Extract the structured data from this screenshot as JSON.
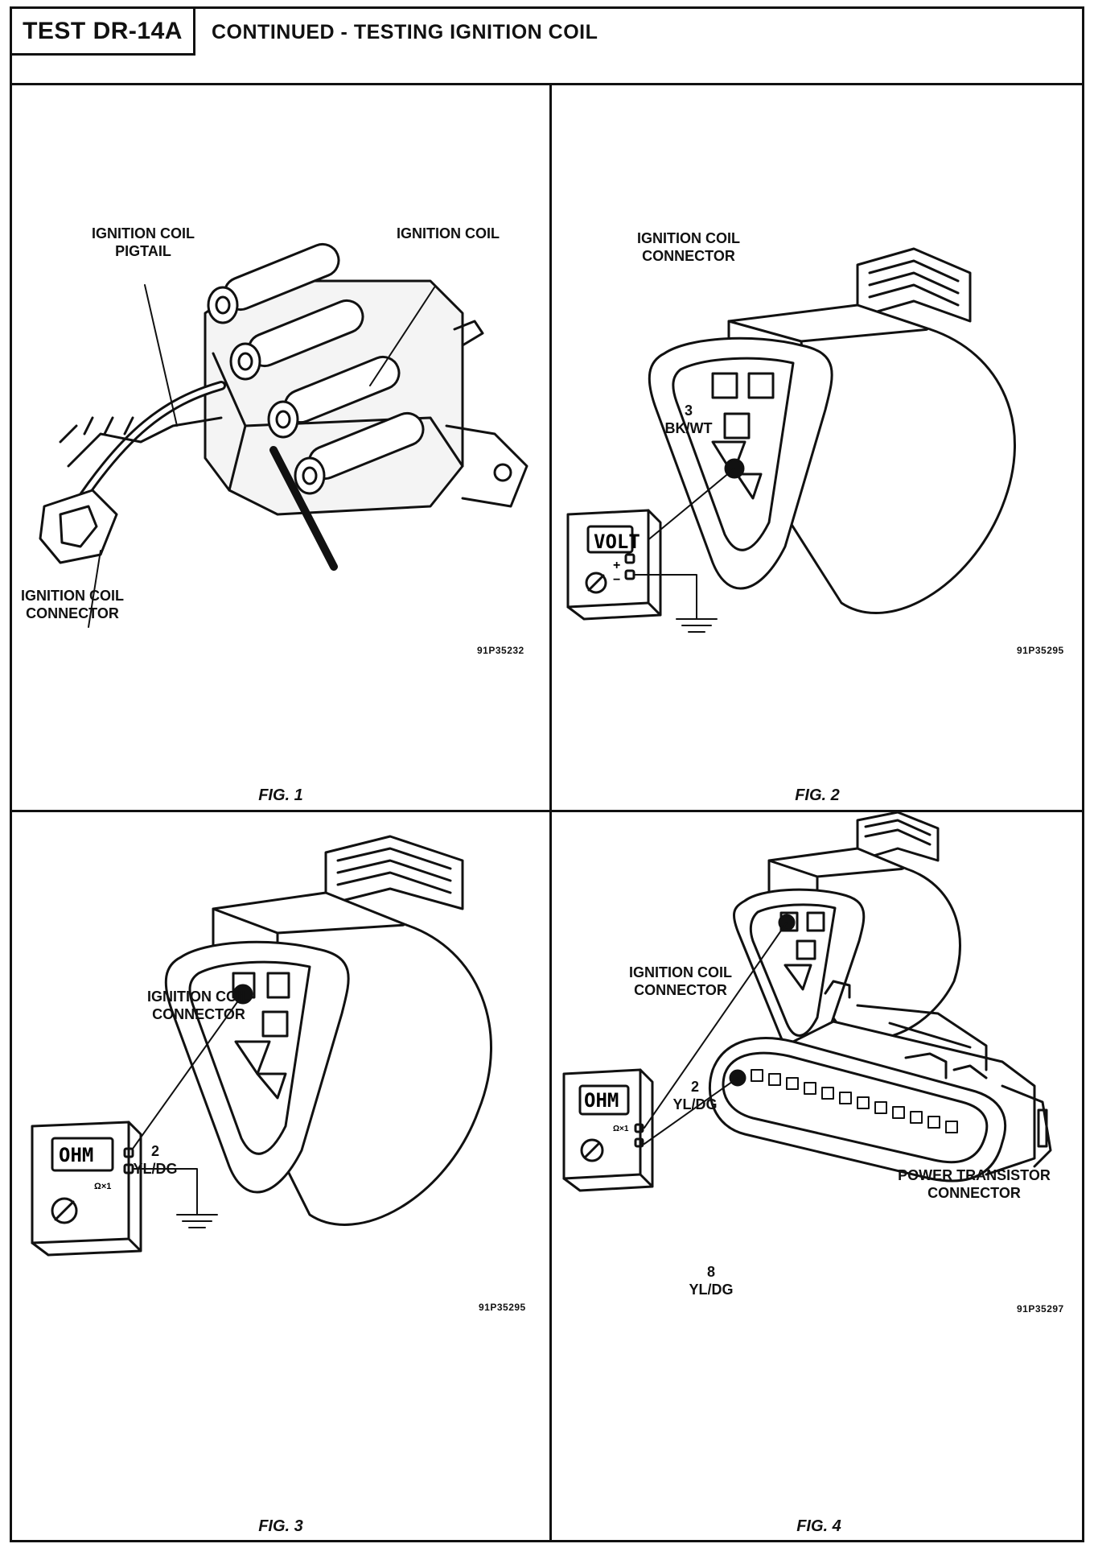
{
  "header": {
    "test_id": "TEST DR-14A",
    "title": "CONTINUED - TESTING IGNITION COIL"
  },
  "fig1": {
    "label_pigtail_1": "IGNITION COIL",
    "label_pigtail_2": "PIGTAIL",
    "label_coil": "IGNITION COIL",
    "label_connector_1": "IGNITION COIL",
    "label_connector_2": "CONNECTOR",
    "code": "91P35232",
    "caption": "FIG. 1"
  },
  "fig2": {
    "label_connector_1": "IGNITION COIL",
    "label_connector_2": "CONNECTOR",
    "pin_number": "3",
    "pin_wire": "BK/WT",
    "meter_face": "VOLT",
    "plus": "+",
    "minus": "−",
    "code": "91P35295",
    "caption": "FIG. 2"
  },
  "fig3": {
    "label_connector_1": "IGNITION COIL",
    "label_connector_2": "CONNECTOR",
    "pin_number": "2",
    "pin_wire": "YL/DG",
    "meter_face": "OHM",
    "range": "Ω×1",
    "code": "91P35295",
    "caption": "FIG. 3"
  },
  "fig4": {
    "label_connector_1": "IGNITION COIL",
    "label_connector_2": "CONNECTOR",
    "pin_number": "2",
    "pin_wire": "YL/DG",
    "label_transistor_1": "POWER TRANSISTOR",
    "label_transistor_2": "CONNECTOR",
    "pin8_number": "8",
    "pin8_wire": "YL/DG",
    "meter_face": "OHM",
    "range": "Ω×1",
    "code": "91P35297",
    "caption": "FIG. 4"
  }
}
